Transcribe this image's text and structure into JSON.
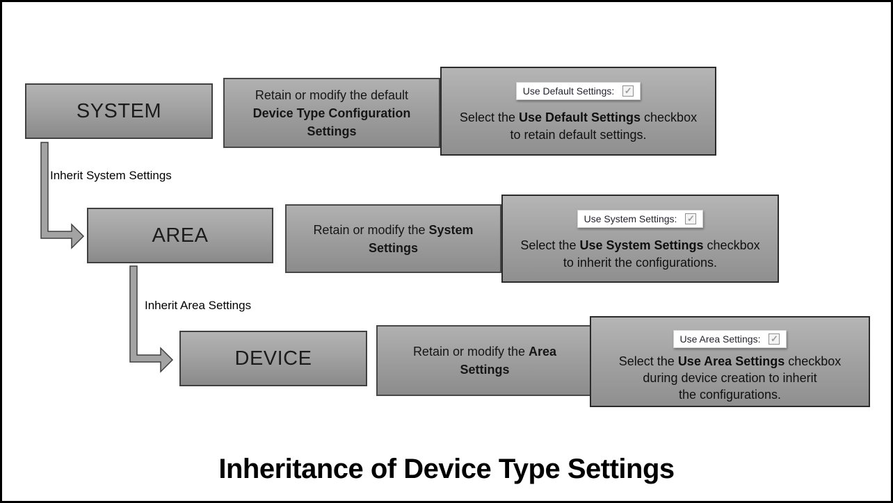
{
  "title": "Inheritance of Device Type Settings",
  "palette": {
    "box_gradient_top": "#b3b3b3",
    "box_gradient_bottom": "#8a8a8a",
    "box_border": "#404040",
    "page_border": "#000000",
    "triangle_fill": "#ffffff",
    "triangle_stroke": "#8c8c8c"
  },
  "icons": {
    "check_glyph": "✓"
  },
  "rows": [
    {
      "node": "SYSTEM",
      "connector_label": "Inherit System Settings",
      "callout": {
        "pre": "Retain or modify the default\n",
        "bold": "Device Type Configuration\nSettings"
      },
      "panel": {
        "widget_label": "Use Default Settings:",
        "checkbox_checked": true,
        "caption_pre": "Select the ",
        "caption_bold": "Use Default Settings",
        "caption_post": " checkbox\nto retain default settings."
      }
    },
    {
      "node": "AREA",
      "connector_label": "Inherit Area Settings",
      "callout": {
        "pre": "Retain or modify the ",
        "bold": "System\nSettings"
      },
      "panel": {
        "widget_label": "Use System Settings:",
        "checkbox_checked": true,
        "caption_pre": "Select the ",
        "caption_bold": "Use System Settings",
        "caption_post": " checkbox\nto inherit the configurations."
      }
    },
    {
      "node": "DEVICE",
      "connector_label": "",
      "callout": {
        "pre": "Retain or modify the ",
        "bold": "Area\nSettings"
      },
      "panel": {
        "widget_label": "Use Area Settings:",
        "checkbox_checked": true,
        "caption_pre": "Select the ",
        "caption_bold": "Use Area Settings",
        "caption_post": " checkbox\nduring device creation to inherit\nthe configurations."
      }
    }
  ]
}
